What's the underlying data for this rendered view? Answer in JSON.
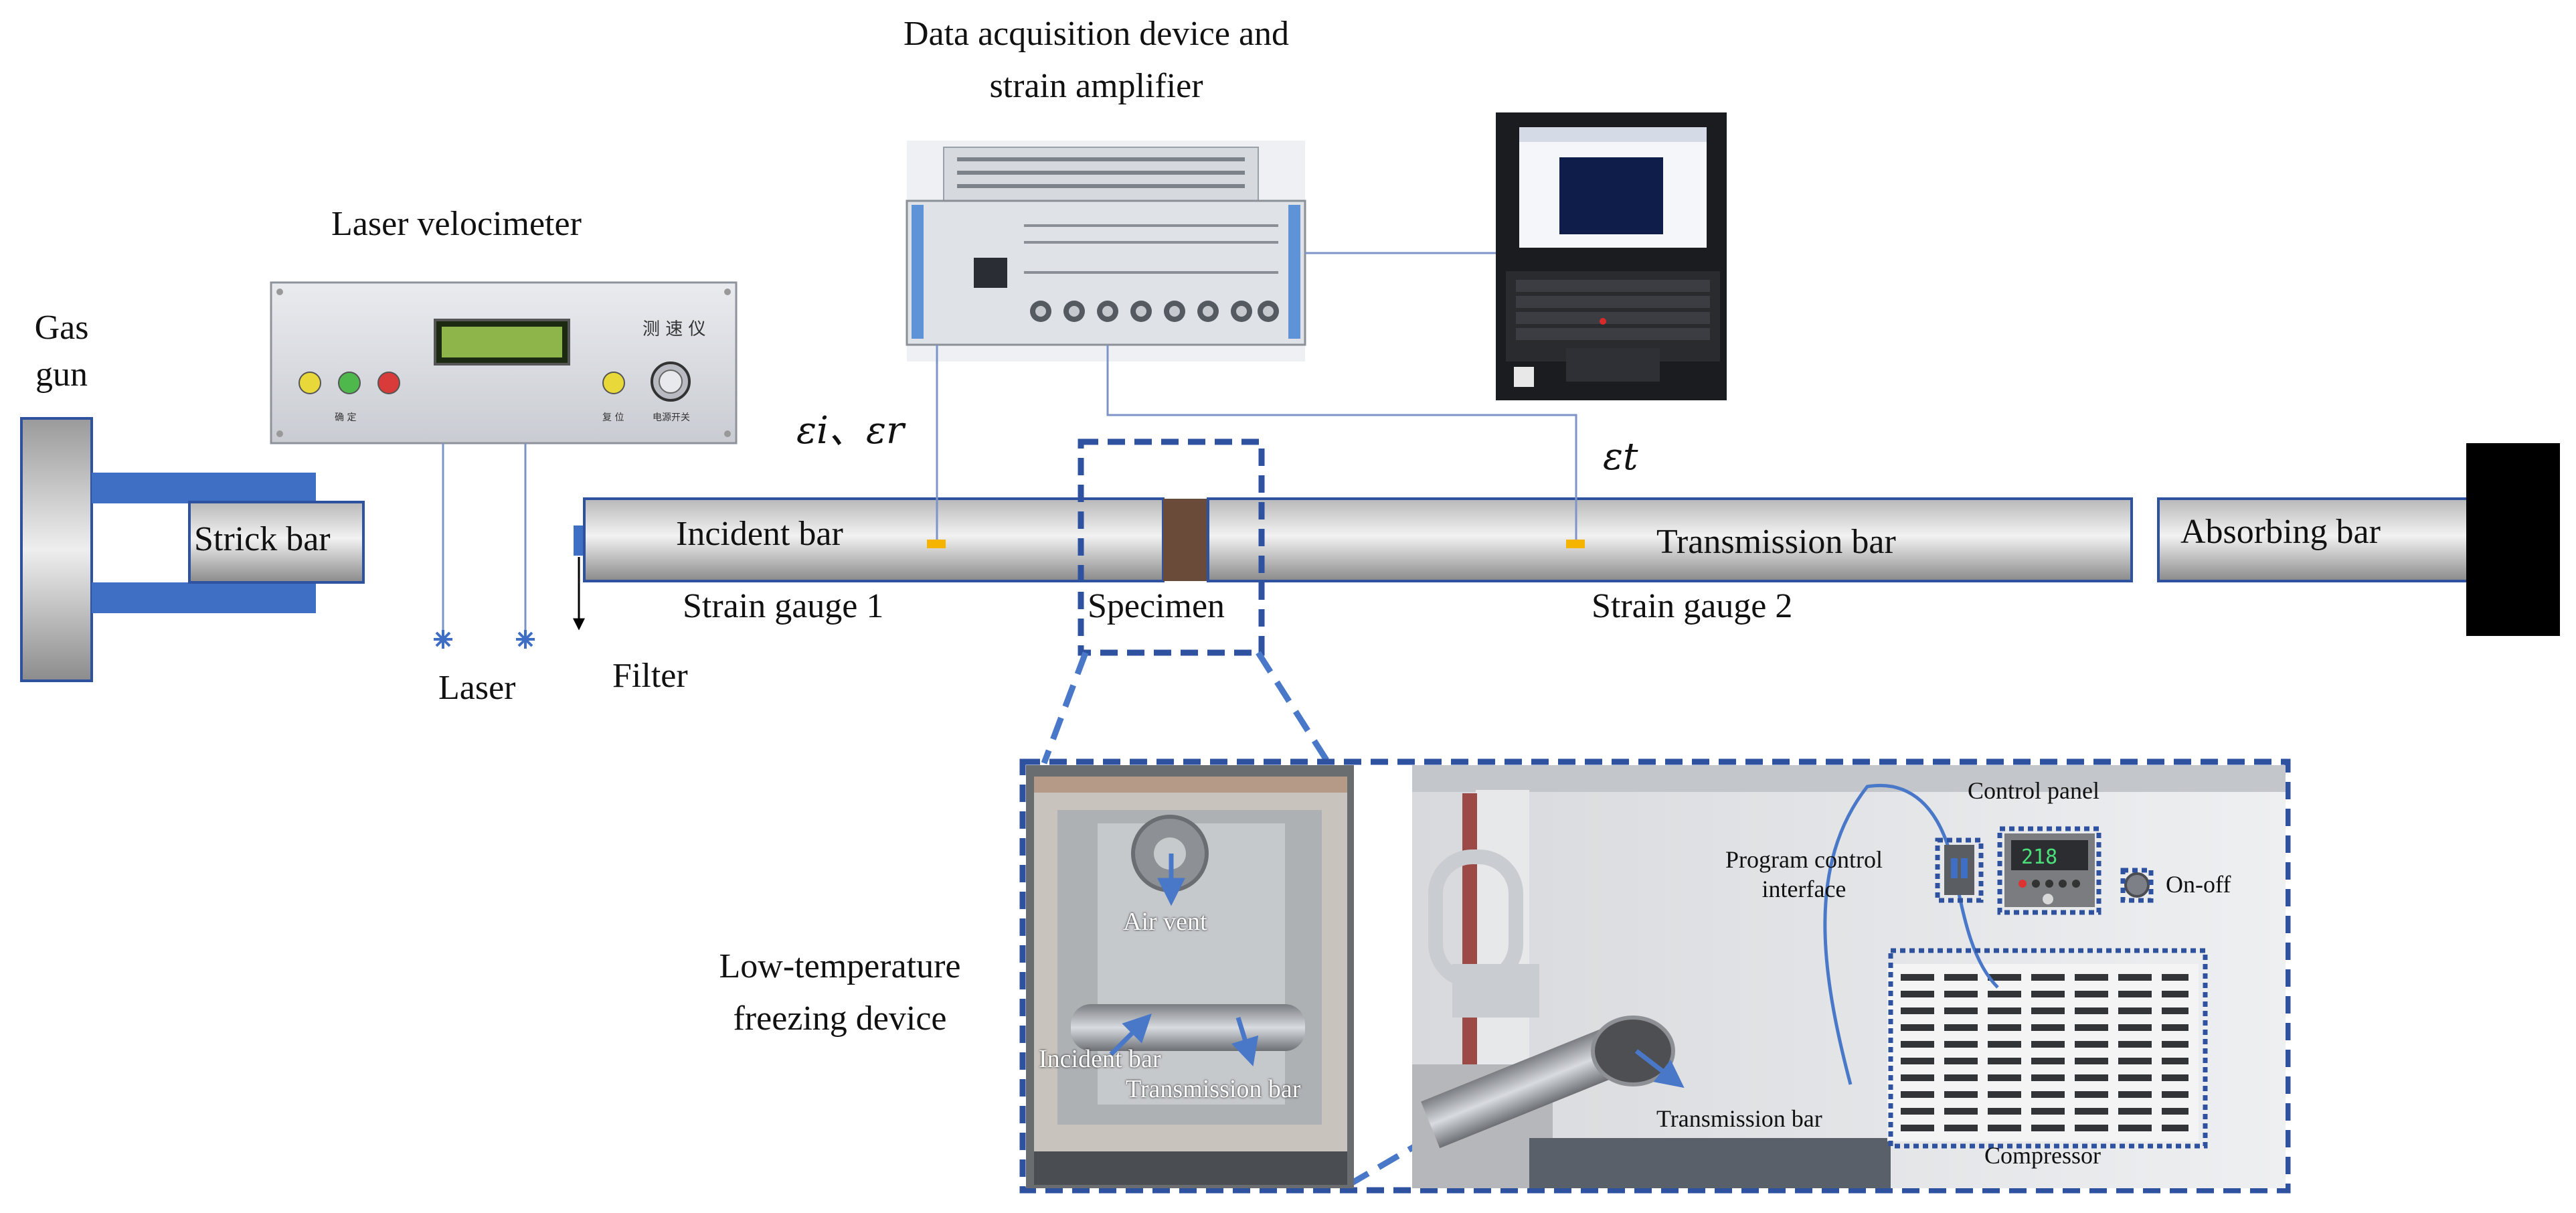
{
  "labels": {
    "daq": "Data acquisition device and\nstrain amplifier",
    "laser_velocimeter": "Laser velocimeter",
    "gas_gun": "Gas\ngun",
    "strick_bar": "Strick bar",
    "incident_bar": "Incident bar",
    "transmission_bar": "Transmission bar",
    "absorbing_bar": "Absorbing bar",
    "strain_gauge_1": "Strain gauge 1",
    "specimen": "Specimen",
    "strain_gauge_2": "Strain gauge 2",
    "laser": "Laser",
    "filter": "Filter",
    "eps_ir": "εi、εr",
    "eps_t": "εt",
    "low_temp": "Low-temperature\nfreezing device",
    "air_vent": "Air vent",
    "photo_incident_bar": "Incident bar",
    "photo_transmission_bar": "Transmission bar",
    "control_panel": "Control panel",
    "program_control": "Program control\ninterface",
    "on_off": "On-off",
    "photo_transmission_bar_2": "Transmission bar",
    "compressor": "Compressor"
  },
  "device_text": {
    "velocimeter_chinese": "测 速 仪",
    "btn_confirm": "确 定",
    "btn_reset": "复 位",
    "btn_power": "电源开关",
    "display": "218"
  },
  "colors": {
    "bar_blue": "#3f6fc4",
    "frame_blue": "#2f52a0",
    "gauge_yellow": "#f5b400",
    "bar_gray": "#a9a9a9",
    "line_blue": "#7d94c8"
  }
}
